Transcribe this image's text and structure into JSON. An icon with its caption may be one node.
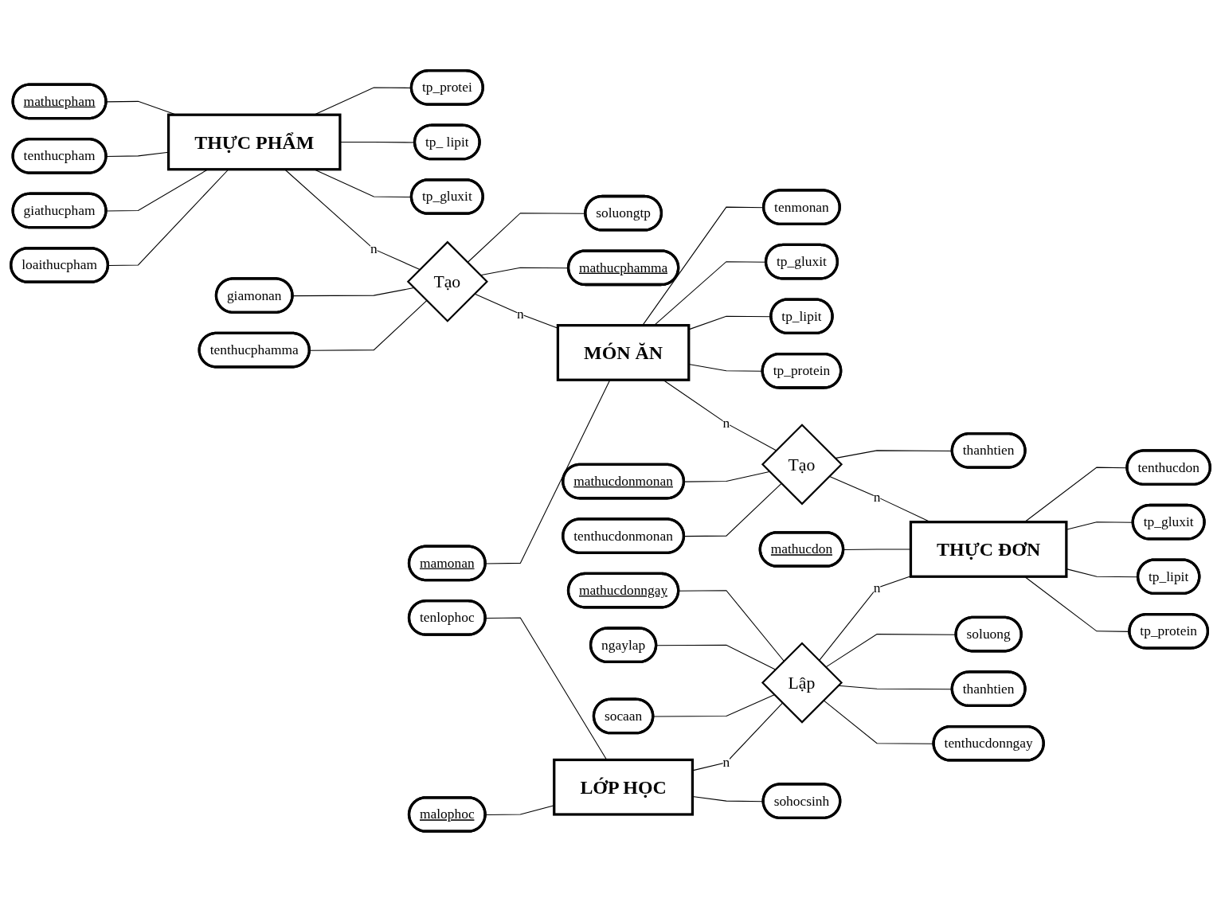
{
  "diagram": {
    "nodes": [
      {
        "text": [
          "THỰC PHẨM"
        ]
      },
      {
        "text": [
          "mathucpham"
        ]
      },
      {
        "text": [
          "tenthucpham"
        ]
      },
      {
        "text": [
          "giathucpham"
        ]
      },
      {
        "text": [
          "loaithucpham"
        ]
      },
      {
        "text": [
          "tp_protei"
        ]
      },
      {
        "text": [
          "tp_ lipit"
        ]
      },
      {
        "text": [
          "tp_gluxit"
        ]
      },
      {
        "text": [
          "Tạo"
        ]
      },
      {
        "text": [
          "giamonan"
        ]
      },
      {
        "text": [
          "tenthucphamma"
        ]
      },
      {
        "text": [
          "soluongtp"
        ]
      },
      {
        "text": [
          "mathucphamma"
        ]
      },
      {
        "text": [
          "MÓN ĂN"
        ]
      },
      {
        "text": [
          "mamonan"
        ]
      },
      {
        "text": [
          "tenmonan"
        ]
      },
      {
        "text": [
          "tp_gluxit"
        ]
      },
      {
        "text": [
          "tp_lipit"
        ]
      },
      {
        "text": [
          "tp_protein"
        ]
      },
      {
        "text": [
          "Tạo"
        ]
      },
      {
        "text": [
          "mathucdonmonan"
        ]
      },
      {
        "text": [
          "tenthucdonmonan"
        ]
      },
      {
        "text": [
          "thanhtien"
        ]
      },
      {
        "text": [
          "THỰC ĐƠN"
        ]
      },
      {
        "text": [
          "mathucdon"
        ]
      },
      {
        "text": [
          "tenthucdon"
        ]
      },
      {
        "text": [
          "tp_gluxit"
        ]
      },
      {
        "text": [
          "tp_lipit"
        ]
      },
      {
        "text": [
          "tp_protein"
        ]
      },
      {
        "text": [
          "Lập"
        ]
      },
      {
        "text": [
          "mathucdonngay"
        ]
      },
      {
        "text": [
          "ngaylap"
        ]
      },
      {
        "text": [
          "socaan"
        ]
      },
      {
        "text": [
          "soluong"
        ]
      },
      {
        "text": [
          "thanhtien"
        ]
      },
      {
        "text": [
          "tenthucdonngay"
        ]
      },
      {
        "text": [
          "LỚP HỌC"
        ]
      },
      {
        "text": [
          "tenlophoc"
        ]
      },
      {
        "text": [
          "malophoc"
        ]
      },
      {
        "text": [
          "sohocsinh"
        ]
      }
    ],
    "edges": [
      {
        "from": 1,
        "to": 0,
        "arrow": "none"
      },
      {
        "from": 2,
        "to": 0,
        "arrow": "none"
      },
      {
        "from": 3,
        "to": 0,
        "arrow": "none"
      },
      {
        "from": 4,
        "to": 0,
        "arrow": "none"
      },
      {
        "from": 0,
        "to": 5,
        "arrow": "none"
      },
      {
        "from": 0,
        "to": 6,
        "arrow": "none"
      },
      {
        "from": 0,
        "to": 7,
        "arrow": "none"
      },
      {
        "from": 0,
        "to": 8,
        "arrow": "none",
        "label": "n"
      },
      {
        "from": 9,
        "to": 8,
        "arrow": "none"
      },
      {
        "from": 10,
        "to": 8,
        "arrow": "none"
      },
      {
        "from": 8,
        "to": 11,
        "arrow": "none"
      },
      {
        "from": 8,
        "to": 12,
        "arrow": "none"
      },
      {
        "from": 8,
        "to": 13,
        "arrow": "none",
        "label": "n"
      },
      {
        "from": 14,
        "to": 13,
        "arrow": "none"
      },
      {
        "from": 15,
        "to": 13,
        "arrow": "none"
      },
      {
        "from": 16,
        "to": 13,
        "arrow": "none"
      },
      {
        "from": 13,
        "to": 17,
        "arrow": "none"
      },
      {
        "from": 13,
        "to": 18,
        "arrow": "none"
      },
      {
        "from": 13,
        "to": 19,
        "arrow": "none",
        "label": "n"
      },
      {
        "from": 20,
        "to": 19,
        "arrow": "none"
      },
      {
        "from": 21,
        "to": 19,
        "arrow": "none"
      },
      {
        "from": 19,
        "to": 22,
        "arrow": "none"
      },
      {
        "from": 19,
        "to": 23,
        "arrow": "none",
        "label": "n"
      },
      {
        "from": 24,
        "to": 23,
        "arrow": "none"
      },
      {
        "from": 23,
        "to": 25,
        "arrow": "none"
      },
      {
        "from": 23,
        "to": 26,
        "arrow": "none"
      },
      {
        "from": 23,
        "to": 27,
        "arrow": "none"
      },
      {
        "from": 23,
        "to": 28,
        "arrow": "none"
      },
      {
        "from": 30,
        "to": 29,
        "arrow": "none"
      },
      {
        "from": 31,
        "to": 29,
        "arrow": "none"
      },
      {
        "from": 32,
        "to": 29,
        "arrow": "none"
      },
      {
        "from": 29,
        "to": 33,
        "arrow": "none"
      },
      {
        "from": 29,
        "to": 34,
        "arrow": "none"
      },
      {
        "from": 29,
        "to": 35,
        "arrow": "none"
      },
      {
        "from": 29,
        "to": 23,
        "arrow": "none",
        "label": "n"
      },
      {
        "from": 36,
        "to": 29,
        "arrow": "none",
        "label": "n"
      },
      {
        "from": 37,
        "to": 36,
        "arrow": "none"
      },
      {
        "from": 38,
        "to": 36,
        "arrow": "none"
      },
      {
        "from": 36,
        "to": 39,
        "arrow": "none"
      }
    ]
  }
}
